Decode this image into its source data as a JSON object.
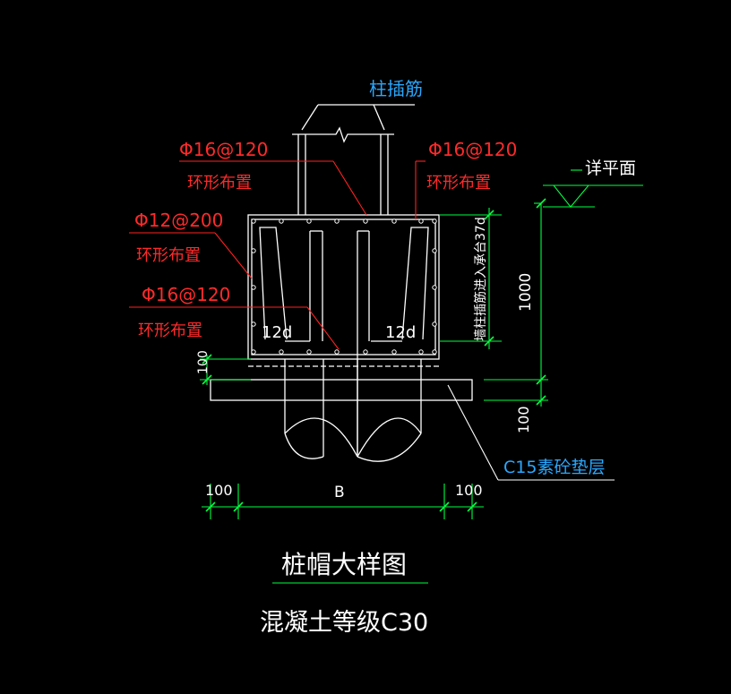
{
  "labels": {
    "pile_dowel": "柱插筋",
    "rebar_tl": "Φ16@120",
    "ring_tl": "环形布置",
    "rebar_tr": "Φ16@120",
    "ring_tr": "环形布置",
    "rebar_ml": "Φ12@200",
    "ring_ml": "环形布置",
    "rebar_bl": "Φ16@120",
    "ring_bl": "环形布置",
    "see_plan": "详平面",
    "anchor_note": "墙柱插筋进入承台37d",
    "dim_1000": "1000",
    "dim_100_left": "100",
    "dim_100_right": "100",
    "dim_12d_left": "12d",
    "dim_12d_right": "12d",
    "cushion": "C15素砼垫层",
    "dim_b_left": "100",
    "dim_b": "B",
    "dim_b_right": "100",
    "title": "桩帽大样图",
    "concrete": "混凝土等级C30"
  },
  "colors": {
    "background": "#000000",
    "outline": "#ffffff",
    "leader_red": "#ff2020",
    "text_red": "#ff2a2a",
    "dim_green": "#00ff40",
    "cyan": "#2aa8ff"
  }
}
